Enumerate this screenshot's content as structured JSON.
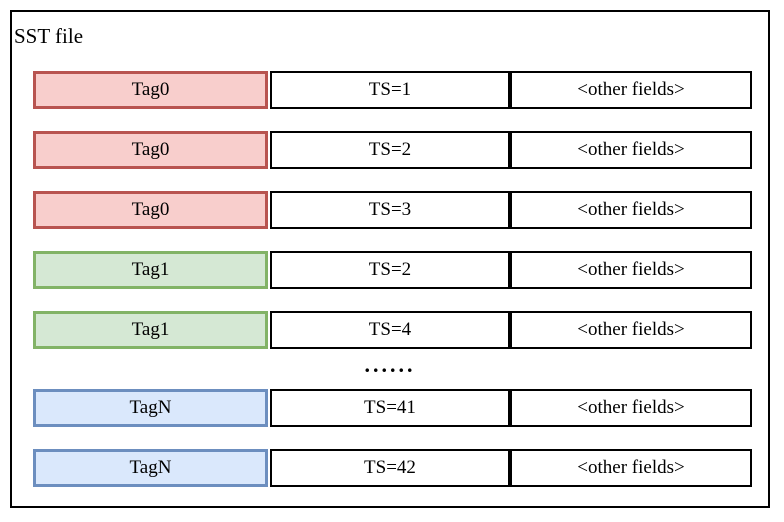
{
  "diagram": {
    "title": "SST file",
    "ellipsis": "......",
    "rows": [
      {
        "tag": "Tag0",
        "ts": "TS=1",
        "other": "<other fields>",
        "variant": "red"
      },
      {
        "tag": "Tag0",
        "ts": "TS=2",
        "other": "<other fields>",
        "variant": "red"
      },
      {
        "tag": "Tag0",
        "ts": "TS=3",
        "other": "<other fields>",
        "variant": "red"
      },
      {
        "tag": "Tag1",
        "ts": "TS=2",
        "other": "<other fields>",
        "variant": "green"
      },
      {
        "tag": "Tag1",
        "ts": "TS=4",
        "other": "<other fields>",
        "variant": "green"
      },
      {
        "tag": "TagN",
        "ts": "TS=41",
        "other": "<other fields>",
        "variant": "blue"
      },
      {
        "tag": "TagN",
        "ts": "TS=42",
        "other": "<other fields>",
        "variant": "blue"
      }
    ],
    "colors": {
      "red": {
        "fill": "#f8cecc",
        "stroke": "#b85450"
      },
      "green": {
        "fill": "#d5e8d4",
        "stroke": "#82b366"
      },
      "blue": {
        "fill": "#dae8fc",
        "stroke": "#6c8ebf"
      },
      "cell_border": "#000000",
      "outer_border": "#000000",
      "background": "#ffffff"
    }
  }
}
